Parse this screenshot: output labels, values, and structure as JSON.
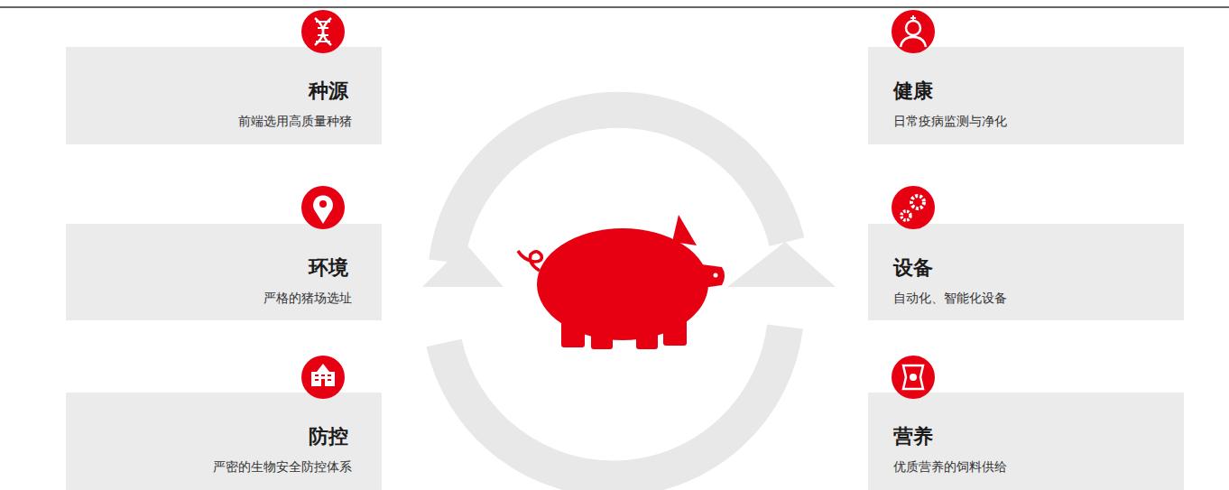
{
  "diagram": {
    "nodes": [
      {
        "text": [
          "种源",
          "前端选用高质量种猪"
        ]
      },
      {
        "text": [
          "健康",
          "日常疫病监测与净化"
        ]
      },
      {
        "text": [
          "环境",
          "严格的猪场选址"
        ]
      },
      {
        "text": [
          "设备",
          "自动化、智能化设备"
        ]
      },
      {
        "text": [
          "防控",
          "严密的生物安全防控体系"
        ]
      },
      {
        "text": [
          "营养",
          "优质营养的饲料供给"
        ]
      }
    ]
  }
}
